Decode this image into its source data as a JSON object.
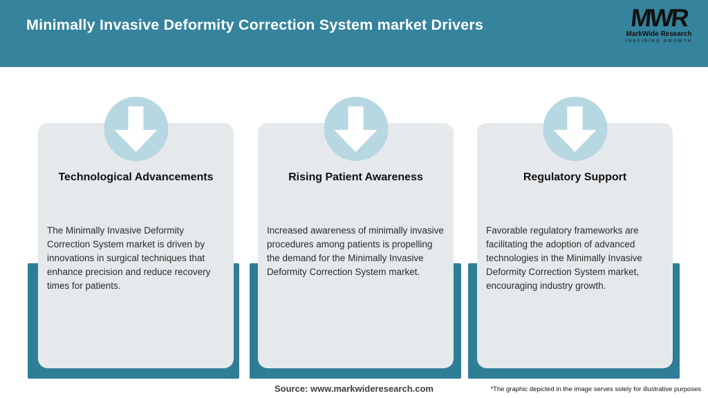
{
  "header": {
    "title": "Minimally Invasive Deformity Correction System market Drivers",
    "logo": {
      "monogram": "MWR",
      "name": "MarkWide Research",
      "tagline": "INSPIRING GROWTH"
    }
  },
  "cards": [
    {
      "icon": "down-arrow-icon",
      "title": "Technological Advancements",
      "body": "The Minimally Invasive Deformity Correction System market is driven by innovations in surgical techniques that enhance precision and reduce recovery times for patients."
    },
    {
      "icon": "down-arrow-icon",
      "title": "Rising Patient Awareness",
      "body": "Increased awareness of minimally invasive procedures among patients is propelling the demand for the Minimally Invasive Deformity Correction System market."
    },
    {
      "icon": "down-arrow-icon",
      "title": "Regulatory Support",
      "body": "Favorable regulatory frameworks are facilitating the adoption of advanced technologies in the Minimally Invasive Deformity Correction System market, encouraging industry growth."
    }
  ],
  "footer": {
    "source": "Source: www.markwideresearch.com",
    "disclaimer": "*The graphic depicted in the image serves solely for illustrative purposes"
  },
  "colors": {
    "header_bg": "#35839d",
    "accent_frame": "#2f7e98",
    "card_bg": "#e6e9eb",
    "circle_bg": "#b7d8e3",
    "title_text": "#ffffff",
    "body_text": "#2a2a2a"
  }
}
